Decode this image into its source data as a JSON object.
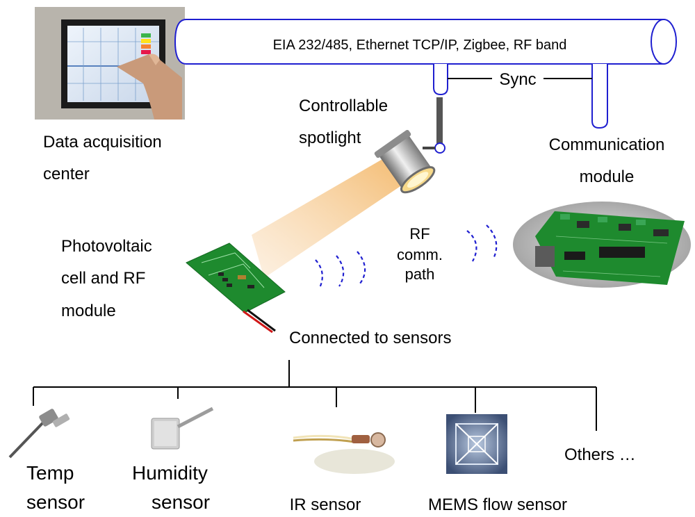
{
  "bus": {
    "label": "EIA 232/485, Ethernet TCP/IP, Zigbee, RF band",
    "sync_label": "Sync"
  },
  "data_center": {
    "line1": "Data acquisition",
    "line2": "center"
  },
  "spotlight": {
    "line1": "Controllable",
    "line2": "spotlight"
  },
  "comm_module": {
    "line1": "Communication",
    "line2": "module"
  },
  "pv_module": {
    "line1": "Photovoltaic",
    "line2": "cell and RF",
    "line3": "module"
  },
  "rf_path": {
    "line1": "RF",
    "line2": "comm.",
    "line3": "path"
  },
  "sensors_heading": "Connected to sensors",
  "sensors": {
    "temp": {
      "line1": "Temp",
      "line2": "sensor"
    },
    "humidity": {
      "line1": "Humidity",
      "line2": "sensor"
    },
    "ir": {
      "line1": "IR sensor"
    },
    "mems": {
      "line1": "MEMS flow sensor"
    },
    "others": {
      "line1": "Others …"
    }
  },
  "colors": {
    "bus_stroke": "#1f1fd0",
    "wave": "#1f1fd0",
    "pcb": "#1e8a2e",
    "light_beam": "#f5c98a"
  }
}
